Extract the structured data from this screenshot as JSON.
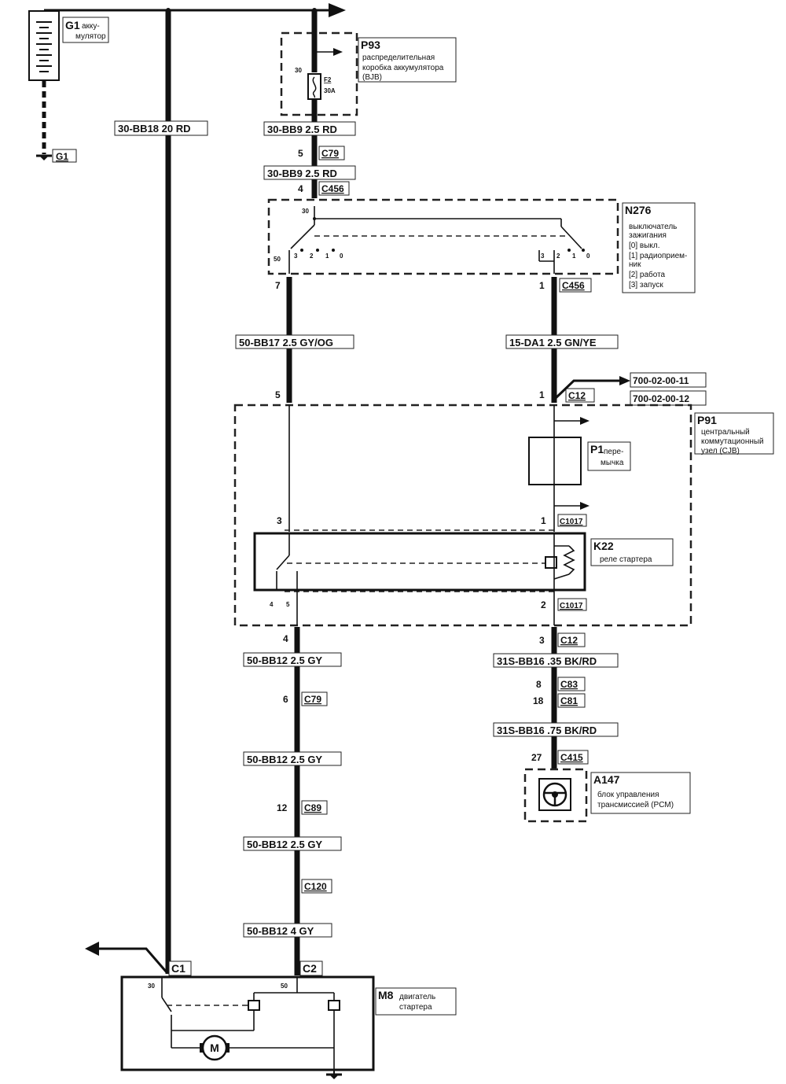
{
  "components": {
    "g1": {
      "id": "G1",
      "desc_1": "акку-",
      "desc_2": "мулятор"
    },
    "g1_ground": {
      "id": "G1"
    },
    "p93": {
      "id": "P93",
      "desc_1": "распределительная",
      "desc_2": "коробка аккумулятора",
      "desc_3": "(BJB)"
    },
    "f2": {
      "id": "F2",
      "rating": "30A",
      "pin": "30"
    },
    "n276": {
      "id": "N276",
      "desc_1": "выключатель",
      "desc_2": "зажигания",
      "pos_0": "[0] выкл.",
      "pos_1": "[1] радиоприем-",
      "pos_1b": "ник",
      "pos_2": "[2] работа",
      "pos_3": "[3] запуск",
      "pin_30": "30",
      "pin_50": "50"
    },
    "p91": {
      "id": "P91",
      "desc_1": "центральный",
      "desc_2": "коммутационный",
      "desc_3": "узел (CJB)"
    },
    "p1": {
      "id": "P1",
      "desc_1": "пере-",
      "desc_2": "мычка"
    },
    "k22": {
      "id": "K22",
      "desc_1": "реле стартера"
    },
    "a147": {
      "id": "A147",
      "desc_1": "блок управления",
      "desc_2": "трансмиссией (PCM)"
    },
    "m8": {
      "id": "M8",
      "desc_1": "двигатель",
      "desc_2": "стартера",
      "pin_30": "30",
      "pin_50": "50",
      "motor": "M"
    }
  },
  "wires": {
    "w_bat": {
      "code": "30-BB18",
      "gauge": "20 RD"
    },
    "w_p93_c79": {
      "code": "30-BB9",
      "gauge": "2.5 RD"
    },
    "w_c79_c456": {
      "code": "30-BB9",
      "gauge": "2.5 RD"
    },
    "w_n276_50": {
      "code": "50-BB17",
      "gauge": "2.5 GY/OG"
    },
    "w_n276_15": {
      "code": "15-DA1",
      "gauge": "2.5 GN/YE"
    },
    "w_k22_c79": {
      "code": "50-BB12",
      "gauge": "2.5 GY"
    },
    "w_c79_c89": {
      "code": "50-BB12",
      "gauge": "2.5 GY"
    },
    "w_c89_c120": {
      "code": "50-BB12",
      "gauge": "2.5 GY"
    },
    "w_c120_c2": {
      "code": "50-BB12",
      "gauge": "4 GY"
    },
    "w_c12_c83": {
      "code": "31S-BB16",
      "gauge": ".35 BK/RD"
    },
    "w_c81_c415": {
      "code": "31S-BB16",
      "gauge": ".75 BK/RD"
    }
  },
  "wire_labels": {
    "w_bat": "30-BB18 20 RD",
    "w_p93_c79": "30-BB9 2.5 RD",
    "w_c79_c456": "30-BB9 2.5 RD",
    "w_n276_50": "50-BB17 2.5 GY/OG",
    "w_n276_15": "15-DA1 2.5 GN/YE",
    "w_k22_c79": "50-BB12 2.5 GY",
    "w_c79_c89": "50-BB12 2.5 GY",
    "w_c89_c120": "50-BB12 2.5 GY",
    "w_c120_c2": "50-BB12 4 GY",
    "w_c12_c83": "31S-BB16 .35 BK/RD",
    "w_c81_c415": "31S-BB16 .75 BK/RD"
  },
  "connectors": {
    "c79_top": {
      "id": "C79",
      "pin": "5"
    },
    "c456_top": {
      "id": "C456",
      "pin": "4"
    },
    "c456_n276_left": {
      "pin": "7"
    },
    "c456_n276_right": {
      "id": "C456",
      "pin": "1"
    },
    "c12_top_left": {
      "pin": "5"
    },
    "c12_top_right": {
      "id": "C12",
      "pin": "1"
    },
    "c1017_top": {
      "id": "C1017",
      "pin": "1"
    },
    "k22_pin3": {
      "pin": "3"
    },
    "k22_pin4": {
      "pin": "4"
    },
    "k22_pin5": {
      "pin": "5"
    },
    "c1017_bottom": {
      "id": "C1017",
      "pin": "2"
    },
    "c12_bottom_left": {
      "pin": "4"
    },
    "c12_bottom_right": {
      "id": "C12",
      "pin": "3"
    },
    "c79_bottom": {
      "id": "C79",
      "pin": "6"
    },
    "c83": {
      "id": "C83",
      "pin": "8"
    },
    "c81": {
      "id": "C81",
      "pin": "18"
    },
    "c89": {
      "id": "C89",
      "pin": "12"
    },
    "c415": {
      "id": "C415",
      "pin": "27"
    },
    "c120": {
      "id": "C120"
    },
    "c1": {
      "id": "C1"
    },
    "c2": {
      "id": "C2"
    }
  },
  "n276_left_contacts": {
    "p3": "3",
    "p2": "2",
    "p1": "1",
    "p0": "0"
  },
  "n276_right_contacts": {
    "p3": "3",
    "p2": "2",
    "p1": "1",
    "p0": "0"
  },
  "refs": {
    "ref_1": "700-02-00-11",
    "ref_2": "700-02-00-12"
  }
}
